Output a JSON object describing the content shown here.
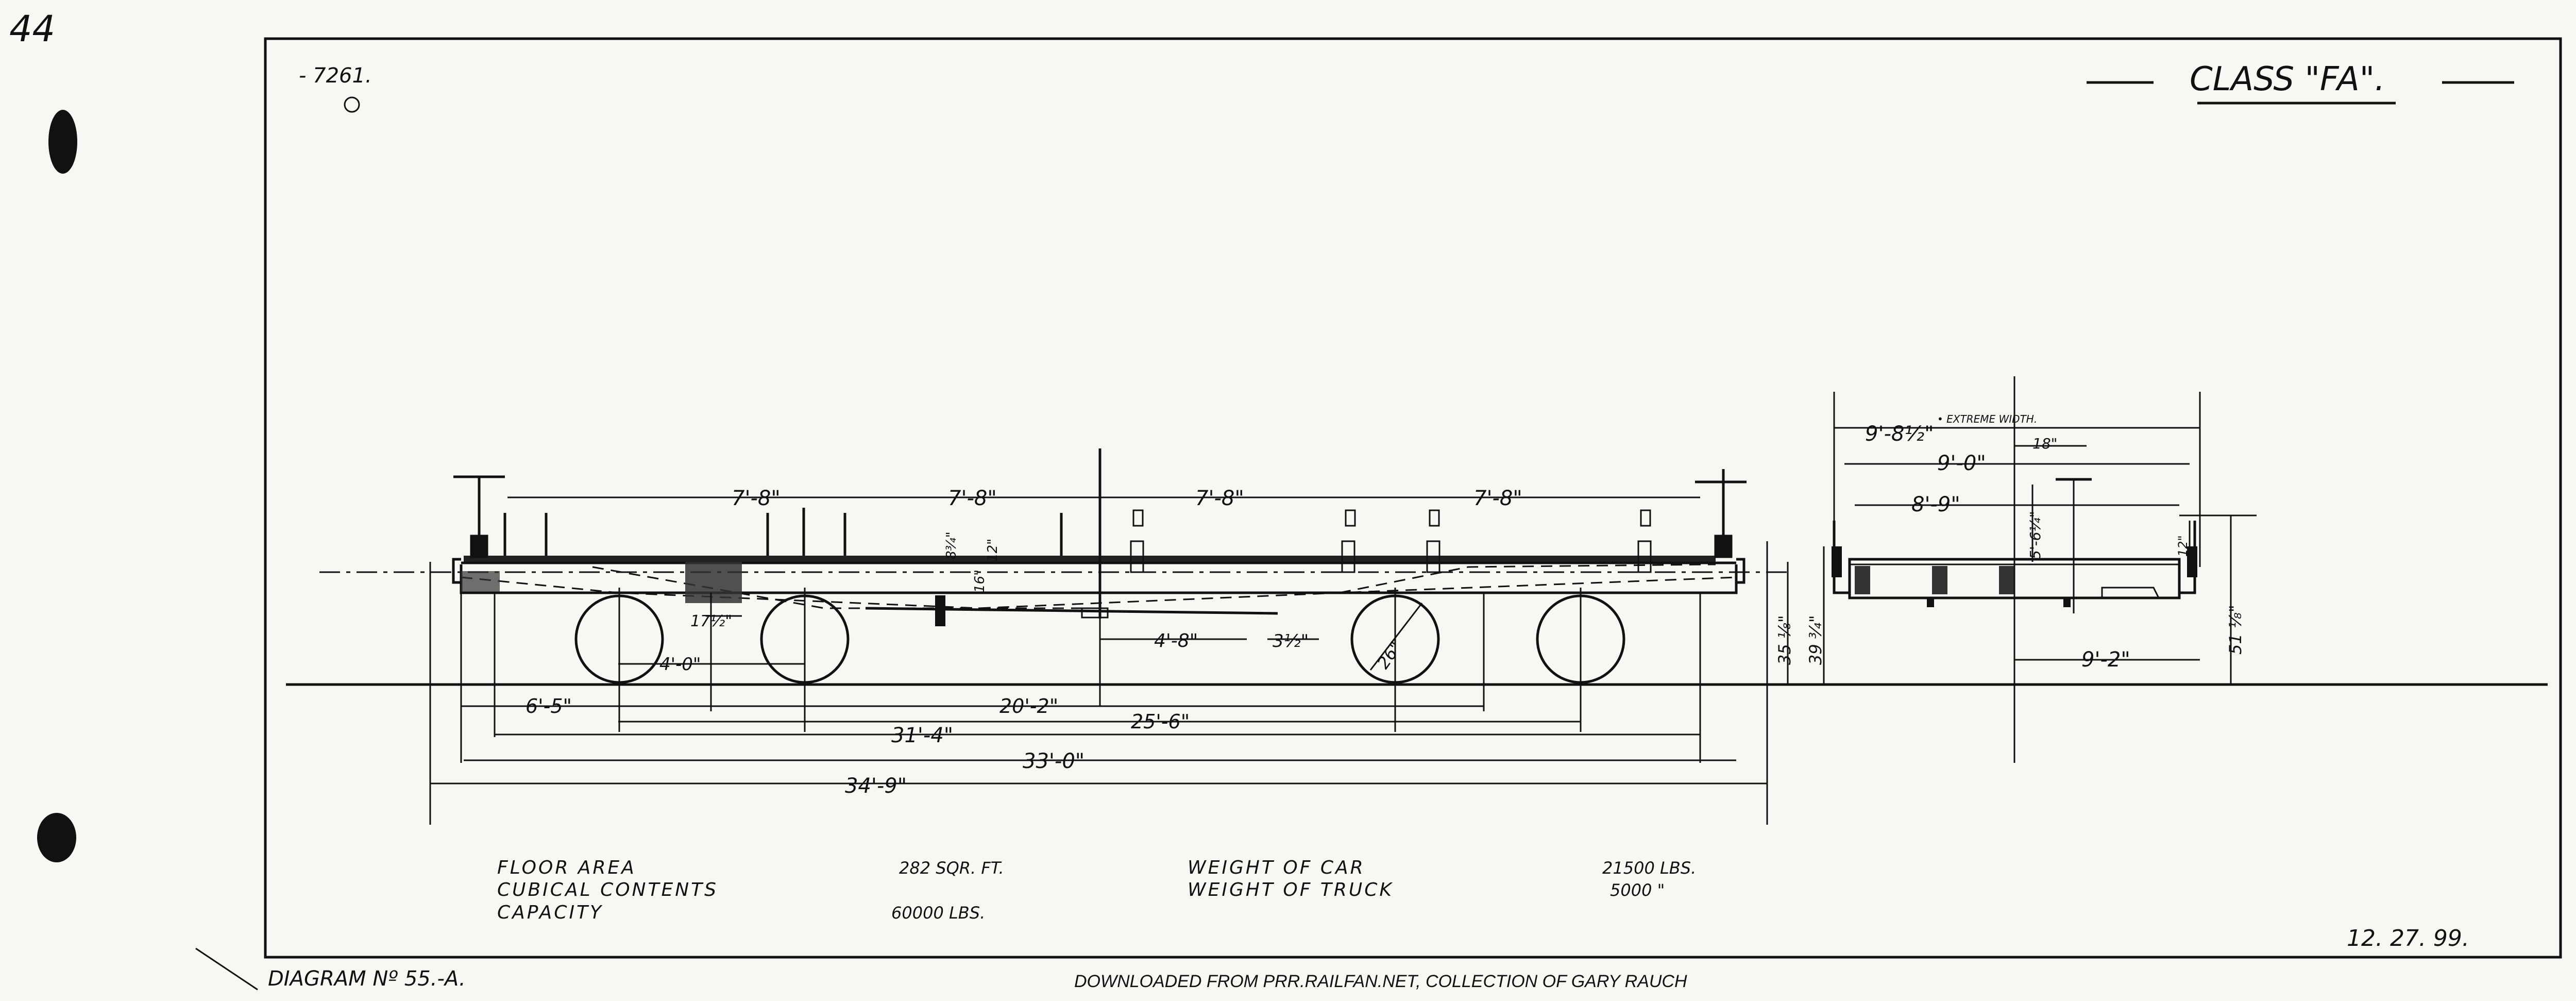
{
  "page_number": "44",
  "drawing_number": "- 7261.",
  "title": "CLASS \"FA\".",
  "diagram_label": "DIAGRAM Nº 55.-A.",
  "date": "12. 27. 99.",
  "footer_credit": "DOWNLOADED FROM PRR.RAILFAN.NET, COLLECTION OF GARY RAUCH",
  "side_view": {
    "dim_panel_1": "7'-8\"",
    "dim_panel_2": "7'-8\"",
    "dim_panel_3": "7'-8\"",
    "dim_panel_4": "7'-8\"",
    "dim_17_half": "17½\"",
    "dim_wheelbase_truck": "4'-0\"",
    "dim_end_to_truck": "6'-5\"",
    "dim_truck_centers": "20'-2\"",
    "dim_25_6": "25'-6\"",
    "dim_31_4": "31'-4\"",
    "dim_33_0": "33'-0\"",
    "dim_overall": "34'-9\"",
    "dim_4_8": "4'-8\"",
    "dim_3_half": "3½\"",
    "dim_wheel": "26\"",
    "dim_35": "35 ⅛\"",
    "dim_39": "39 ¾\"",
    "dim_8_3_4": "8¾\"",
    "dim_12": "12\"",
    "dim_16": "16\""
  },
  "end_view": {
    "dim_extreme": "9'-8½\"",
    "extreme_width_label": "• EXTREME WIDTH.",
    "dim_18": "18\"",
    "dim_9_0": "9'-0\"",
    "dim_8_9": "8'-9\"",
    "dim_5_6": "5'-6¼\"",
    "dim_12_end": "12\"",
    "dim_9_2": "9'-2\"",
    "dim_51": "51 ⅛\""
  },
  "specs": {
    "floor_area_label": "FLOOR AREA",
    "floor_area_value": "282 SQR. FT.",
    "cubical_label": "CUBICAL CONTENTS",
    "capacity_label": "CAPACITY",
    "capacity_value": "60000 LBS.",
    "weight_car_label": "WEIGHT OF CAR",
    "weight_car_value": "21500 LBS.",
    "weight_truck_label": "WEIGHT OF TRUCK",
    "weight_truck_value": "5000 \""
  }
}
